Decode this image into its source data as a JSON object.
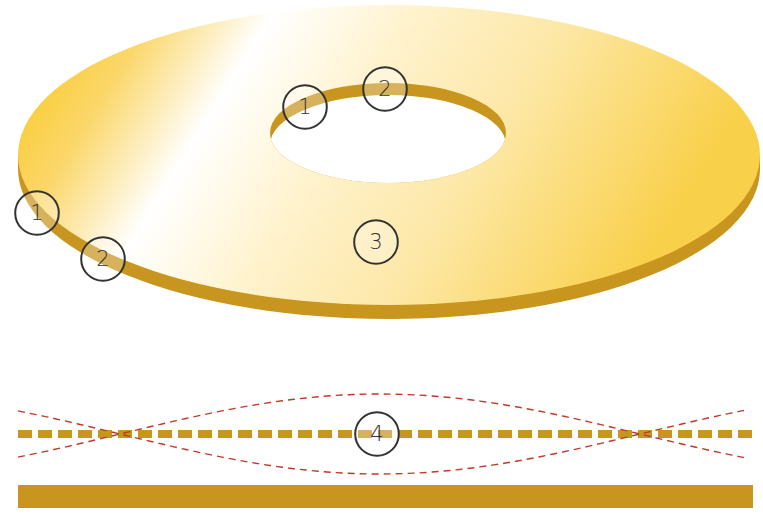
{
  "diagram": {
    "nodes": [
      {
        "text": [
          "1"
        ]
      },
      {
        "text": [
          "2"
        ]
      },
      {
        "text": [
          "1"
        ]
      },
      {
        "text": [
          "2"
        ]
      },
      {
        "text": [
          "3"
        ]
      },
      {
        "text": [
          "4"
        ]
      }
    ]
  }
}
